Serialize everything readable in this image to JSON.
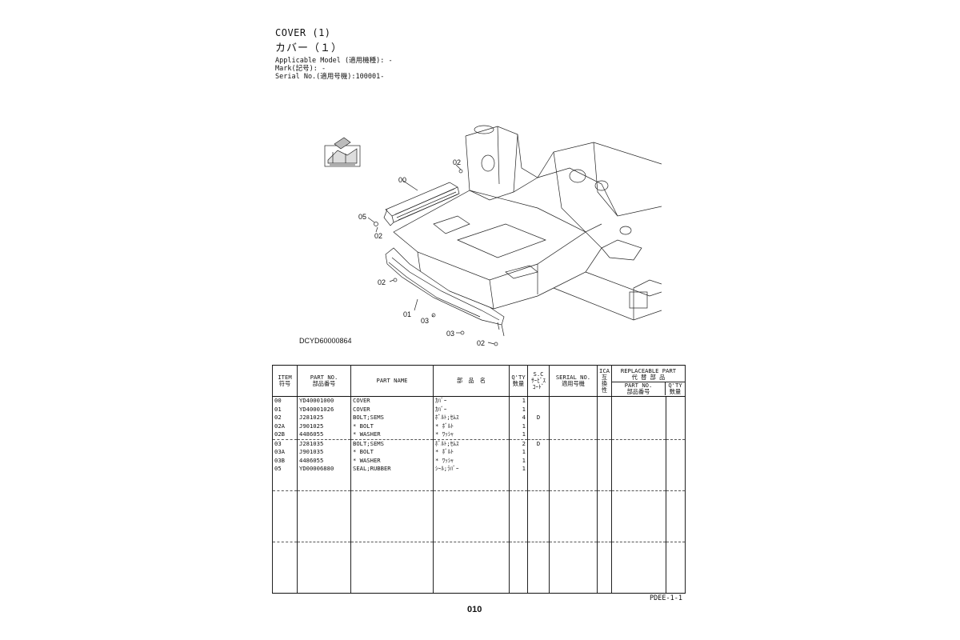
{
  "header": {
    "title_en": "COVER (1)",
    "title_jp": "カバー（１）",
    "applicable_model": "Applicable Model (適用機種): -",
    "mark": "Mark(記号): -",
    "serial": "Serial No.(適用号機):100001-"
  },
  "illustration": {
    "code": "DCYD60000864",
    "callouts": [
      "00",
      "02",
      "05",
      "02",
      "02",
      "01",
      "03",
      "03",
      "02"
    ]
  },
  "table": {
    "headers": {
      "item_en": "ITEM",
      "item_jp": "符号",
      "partno_en": "PART NO.",
      "partno_jp": "部品番号",
      "partname": "PART NAME",
      "partname_jp": "部　品　名",
      "qty_en": "Q'TY",
      "qty_jp": "数量",
      "sc_en": "S.C",
      "sc_jp1": "ｻｰﾋﾞｽ",
      "sc_jp2": "ｺｰﾄﾞ",
      "serial_en": "SERIAL NO.",
      "serial_jp": "適用号機",
      "ica_1": "ICA",
      "ica_2": "互",
      "ica_3": "換",
      "ica_4": "性",
      "repl_en": "REPLACEABLE PART",
      "repl_jp": "代 替 部 品",
      "repl_partno_en": "PART NO.",
      "repl_partno_jp": "部品番号",
      "repl_qty_en": "Q'TY",
      "repl_qty_jp": "数量"
    },
    "rows": [
      {
        "item": "00",
        "partno": "YD40001000",
        "name": "COVER",
        "jp": "ｶﾊﾞｰ",
        "qty": "1",
        "sc": ""
      },
      {
        "item": "01",
        "partno": "YD40001026",
        "name": "COVER",
        "jp": "ｶﾊﾞｰ",
        "qty": "1",
        "sc": ""
      },
      {
        "item": "02",
        "partno": "J281025",
        "name": "BOLT;SEMS",
        "jp": "ﾎﾞﾙﾄ;ｾﾑｽ",
        "qty": "4",
        "sc": "D"
      },
      {
        "item": "02A",
        "partno": "J901025",
        "name": "* BOLT",
        "jp": "* ﾎﾞﾙﾄ",
        "qty": "1",
        "sc": ""
      },
      {
        "item": "02B",
        "partno": "4486055",
        "name": "* WASHER",
        "jp": "* ﾜｯｼｬ",
        "qty": "1",
        "sc": ""
      },
      {
        "item": "03",
        "partno": "J281035",
        "name": "BOLT;SEMS",
        "jp": "ﾎﾞﾙﾄ;ｾﾑｽ",
        "qty": "2",
        "sc": "D"
      },
      {
        "item": "03A",
        "partno": "J901035",
        "name": "* BOLT",
        "jp": "* ﾎﾞﾙﾄ",
        "qty": "1",
        "sc": ""
      },
      {
        "item": "03B",
        "partno": "4486055",
        "name": "* WASHER",
        "jp": "* ﾜｯｼｬ",
        "qty": "1",
        "sc": ""
      },
      {
        "item": "05",
        "partno": "YD00006880",
        "name": "SEAL;RUBBER",
        "jp": "ｼｰﾙ;ﾗﾊﾞｰ",
        "qty": "1",
        "sc": ""
      }
    ]
  },
  "footer": {
    "code": "PDEE-1-1",
    "page": "010"
  }
}
